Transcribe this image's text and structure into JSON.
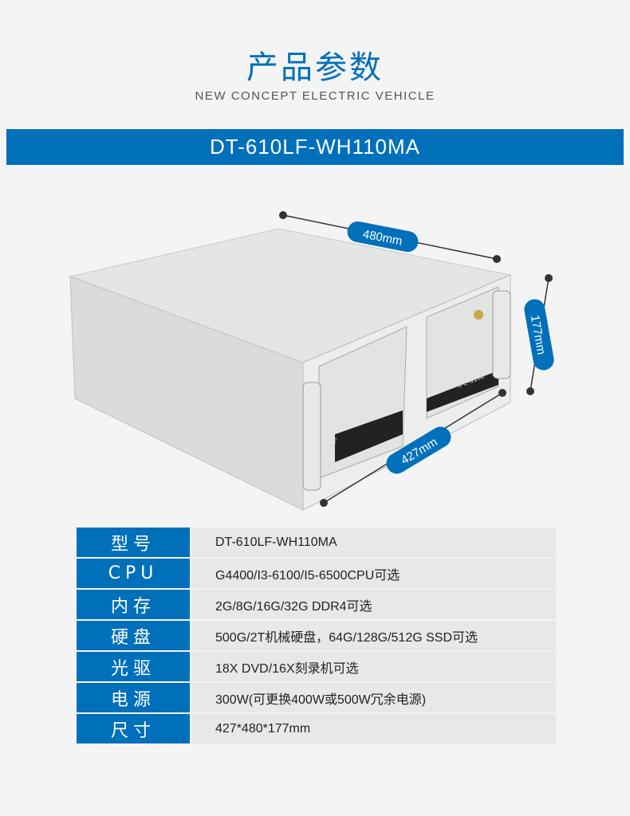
{
  "header": {
    "title": "产品参数",
    "subtitle": "NEW CONCEPT ELECTRIC VEHICLE"
  },
  "banner": {
    "model": "DT-610LF-WH110MA"
  },
  "product": {
    "dims": {
      "width": "480mm",
      "height": "177mm",
      "depth": "427mm"
    },
    "front_label": "IPC-610L",
    "brand": "gtintech",
    "accent": "#0070bb"
  },
  "specs": [
    {
      "label": "型号",
      "value": "DT-610LF-WH110MA"
    },
    {
      "label": "CPU",
      "value": "G4400/I3-6100/I5-6500CPU可选"
    },
    {
      "label": "内存",
      "value": "2G/8G/16G/32G DDR4可选"
    },
    {
      "label": "硬盘",
      "value": "500G/2T机械硬盘，64G/128G/512G SSD可选"
    },
    {
      "label": "光驱",
      "value": "18X DVD/16X刻录机可选"
    },
    {
      "label": "电源",
      "value": "300W(可更换400W或500W冗余电源)"
    },
    {
      "label": "尺寸",
      "value": "427*480*177mm"
    }
  ]
}
